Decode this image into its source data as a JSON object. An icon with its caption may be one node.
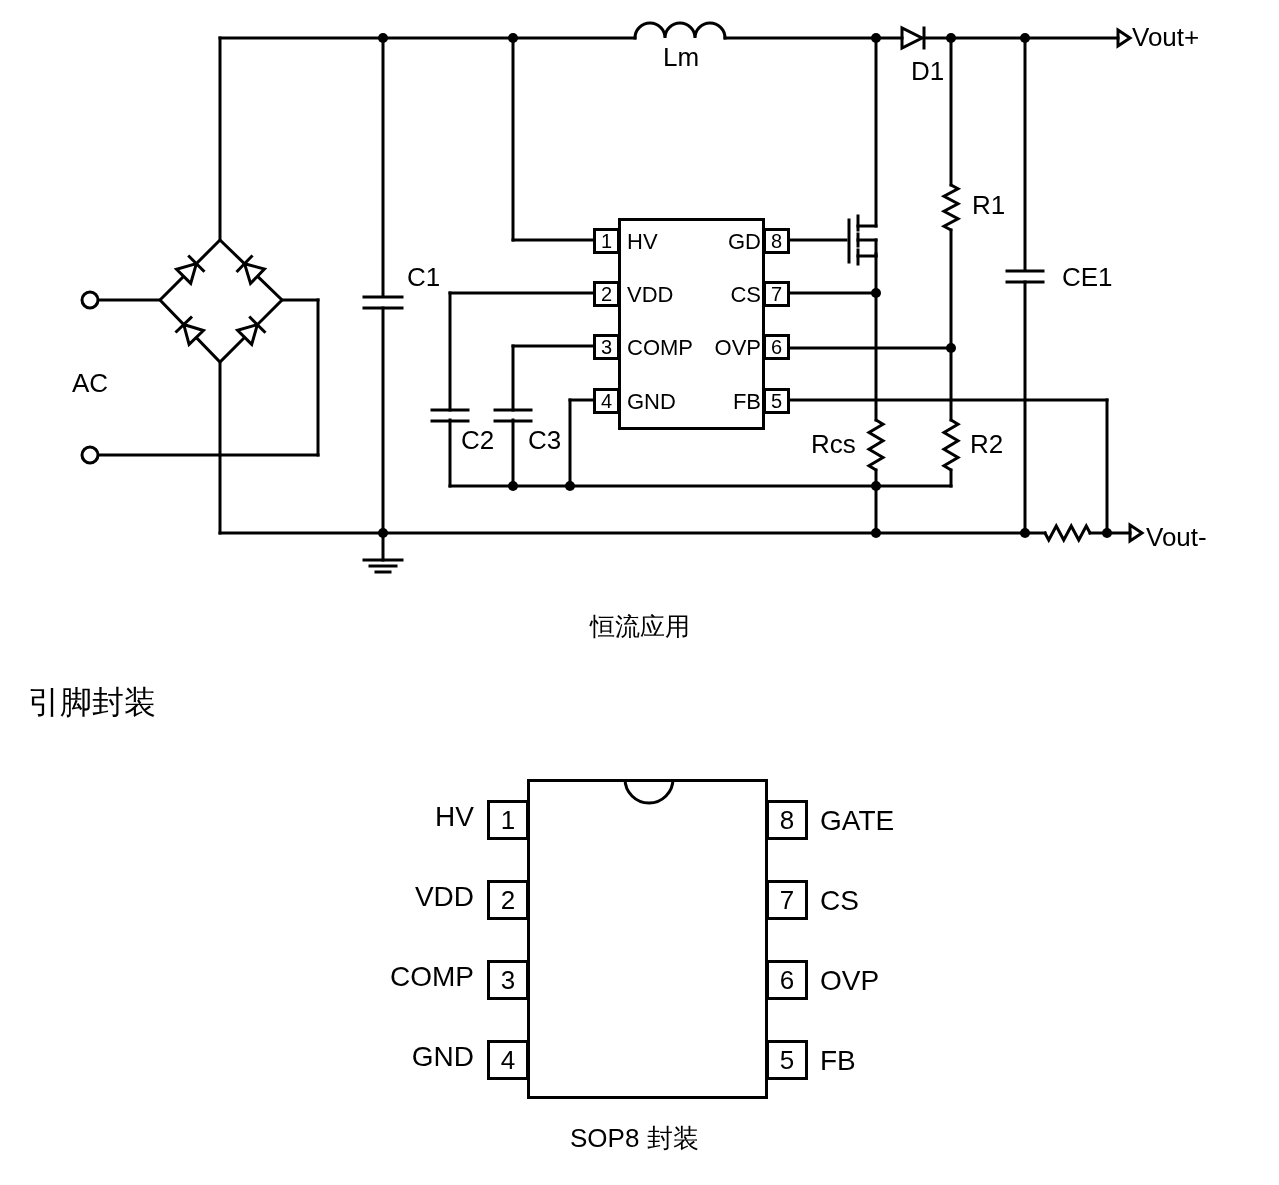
{
  "diagram": {
    "nodes": [
      {
        "text": [],
        "shape": "box"
      },
      {
        "text": [
          "1"
        ],
        "beside": [
          "HV"
        ]
      },
      {
        "text": [
          "2"
        ],
        "beside": [
          "VDD"
        ]
      },
      {
        "text": [
          "3"
        ],
        "beside": [
          "COMP"
        ]
      },
      {
        "text": [
          "4"
        ],
        "beside": [
          "GND"
        ]
      },
      {
        "text": [
          "8"
        ],
        "beside": [
          "GATE"
        ]
      },
      {
        "text": [
          "7"
        ],
        "beside": [
          "CS"
        ]
      },
      {
        "text": [
          "6"
        ],
        "beside": [
          "OVP"
        ]
      },
      {
        "text": [
          "5"
        ],
        "beside": [
          "FB"
        ]
      }
    ],
    "labels": [
      "Lm",
      "D1",
      "Vout+",
      "R1",
      "1",
      "HV",
      "GD",
      "8",
      "C1",
      "CE1",
      "2",
      "VDD",
      "CS",
      "7",
      "3",
      "COMP",
      "OVP",
      "6",
      "AC",
      "4",
      "GND",
      "FB",
      "5",
      "C2",
      "C3",
      "Rcs",
      "R2",
      "Vout-",
      "恒流应用",
      "引脚封装",
      "SOP8 封装"
    ]
  }
}
